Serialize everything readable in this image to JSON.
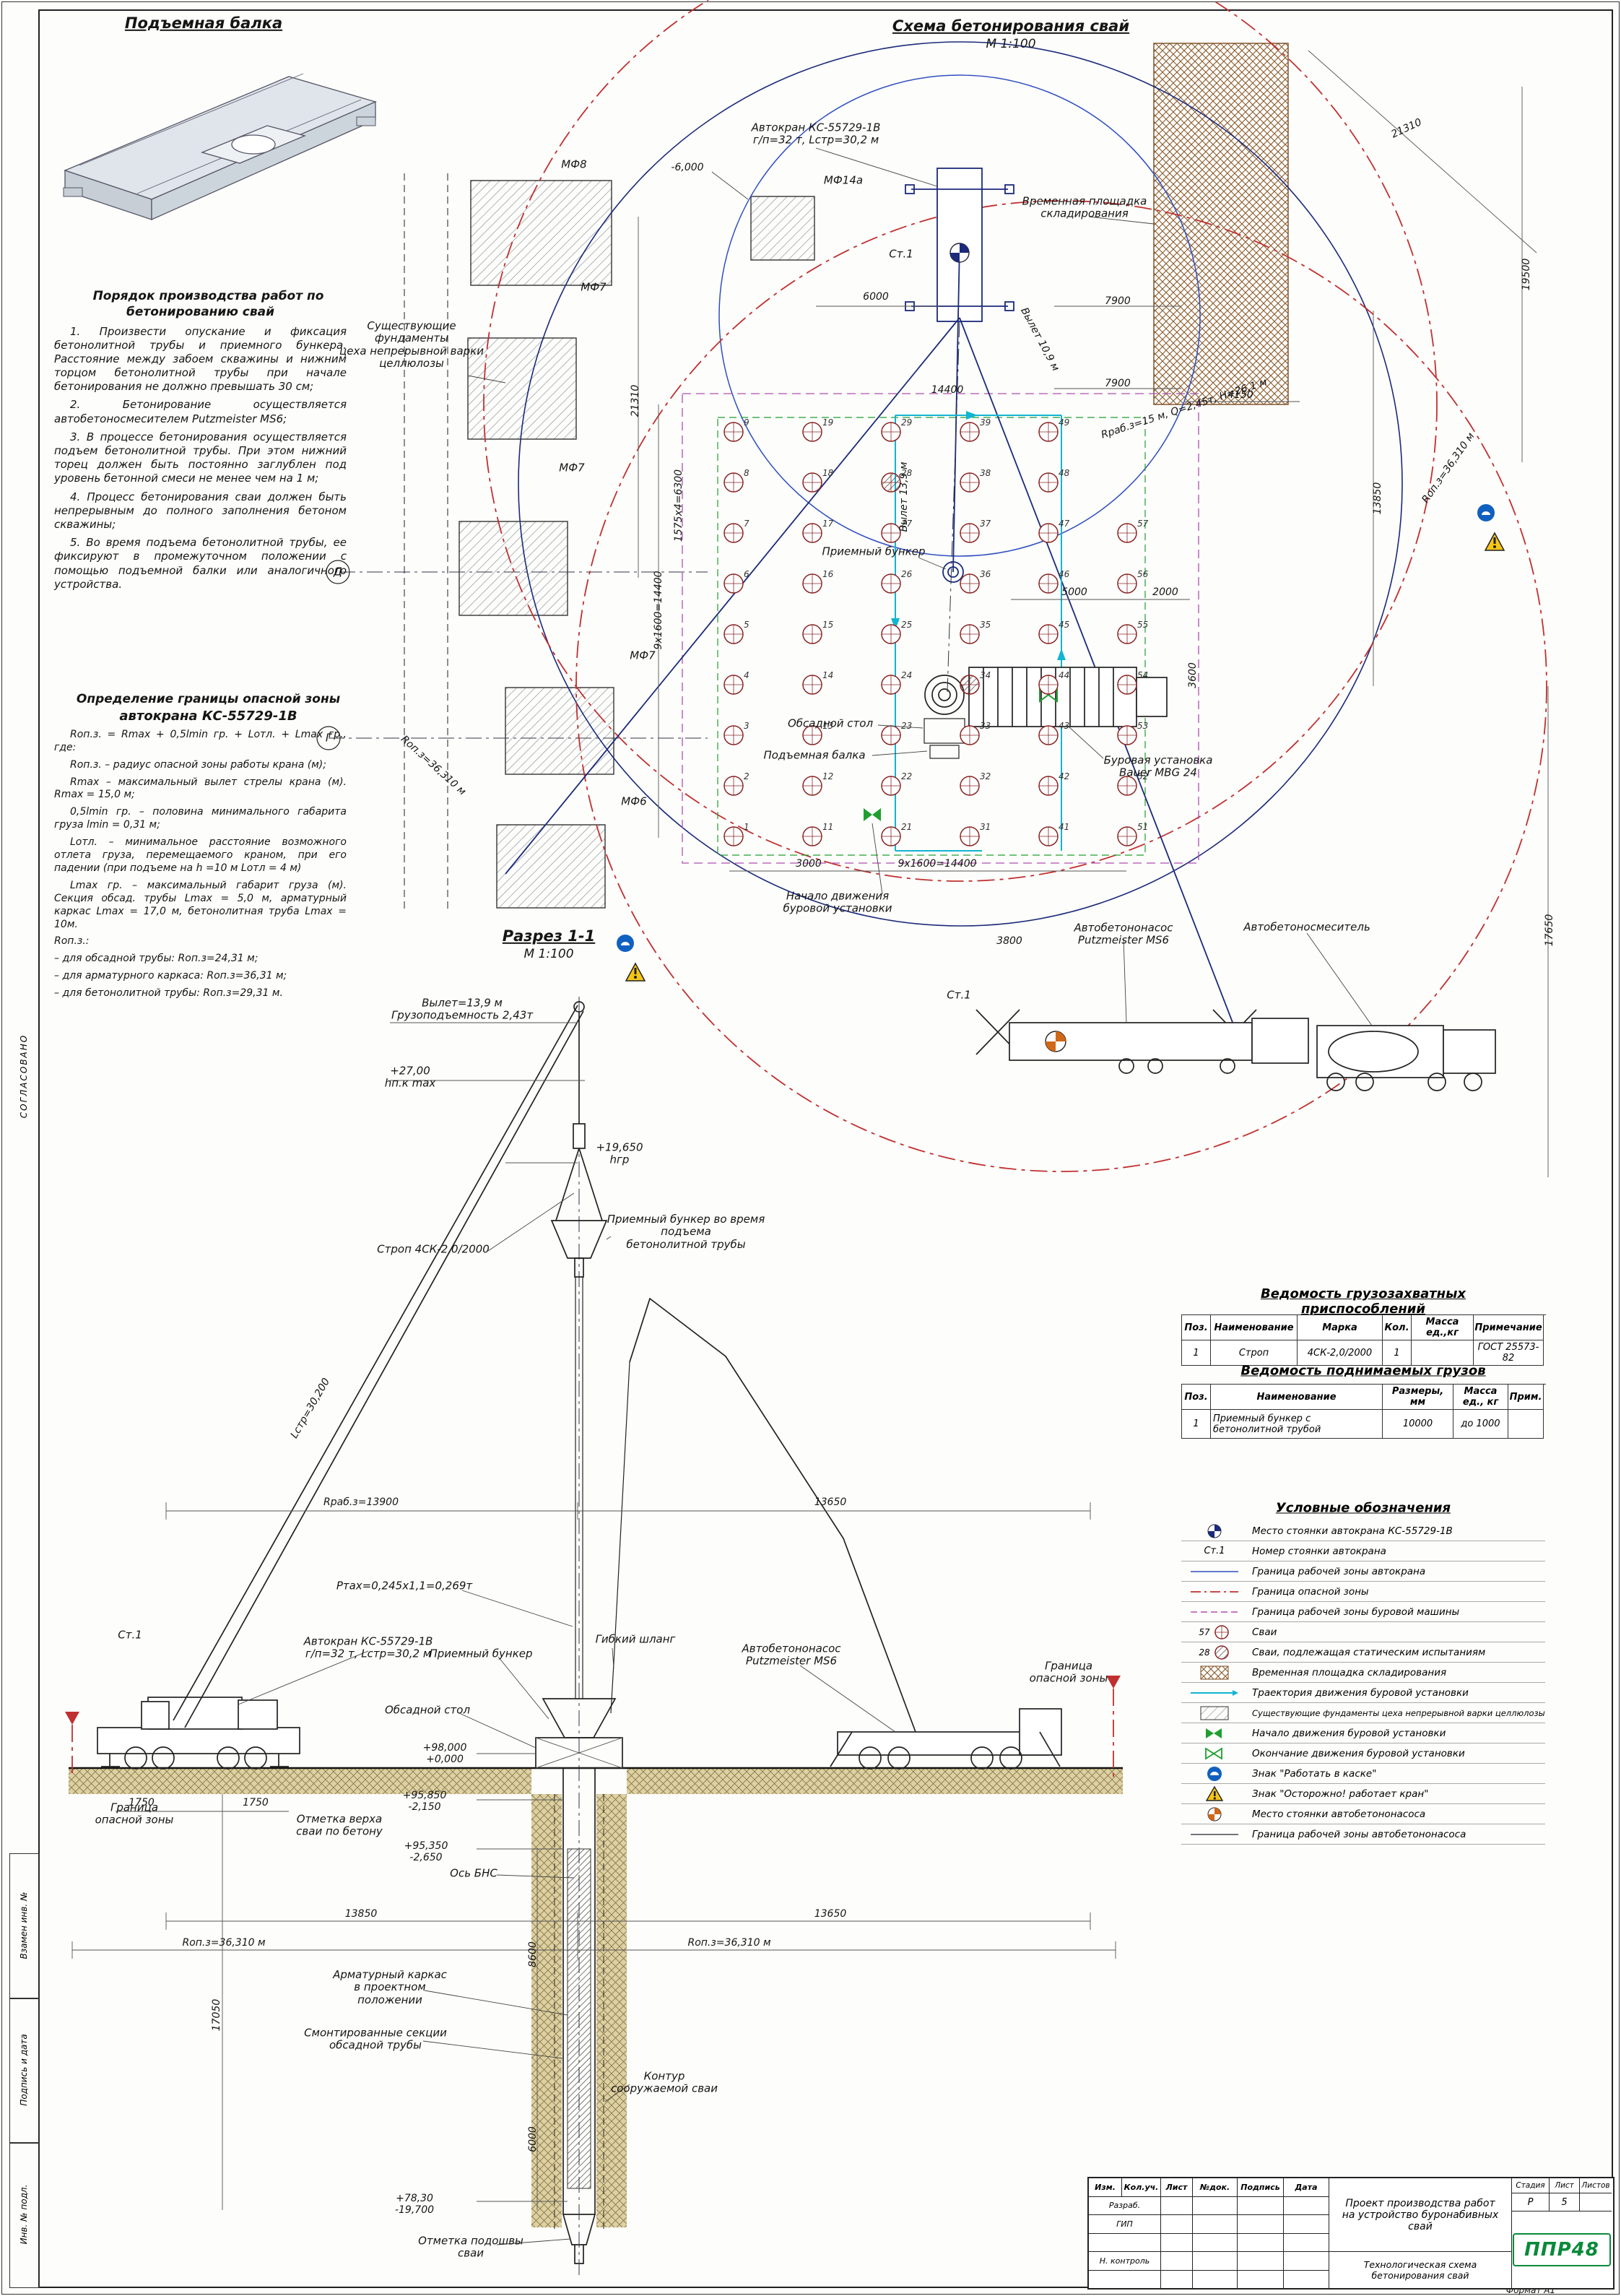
{
  "beam": {
    "title": "Подъемная балка"
  },
  "plan": {
    "title": "Схема бетонирования свай",
    "scale": "М 1:100",
    "labels": {
      "crane": "Автокран КС-55729-1В\nг/п=32 т, Lстр=30,2 м",
      "level": "-6,000",
      "mf8": "МФ8",
      "mf14a": "МФ14а",
      "mf7": "МФ7",
      "mf6": "МФ6",
      "existing": "Существующие\nфундаменты\nцеха непрерывной варки\nцеллюлозы",
      "storage": "Временная площадка\nскладирования",
      "st1": "Ст.1",
      "bunker": "Приемный бункер",
      "casing_table": "Обсадной стол",
      "lifting_beam": "Подъемная балка",
      "drill_rig": "Буровая установка\nBauer MBG 24",
      "drill_start": "Начало движения\nбуровой установки",
      "pump": "Автобетононасос\nPutzmeister MS6",
      "mixer": "Автобетоносмеситель",
      "axis_d": "Д",
      "axis_g": "Г"
    },
    "dims": [
      "21310",
      "19500",
      "7900",
      "7900",
      "6000",
      "4150",
      "13850",
      "5000",
      "2000",
      "3600",
      "9х1600=14400",
      "3000",
      "3800",
      "21310",
      "9х1600=14400",
      "1575х4=6300",
      "17650",
      "Rоп.з=36,310 м",
      "Rраб.з=15 м, Q=2,45т, H=26,1 м",
      "Вылет 10,9 м",
      "Вылет 13,9 м",
      "14400",
      "Rоп.з=36,310 м"
    ],
    "pile_grid": {
      "cols": 6,
      "rows": 9,
      "max_number": 57,
      "test_piles": [
        28,
        34
      ]
    }
  },
  "procedure": {
    "heading": "Порядок производства работ по бетонированию свай",
    "items": [
      "1. Произвести опускание и фиксация бетонолитной трубы и приемного бункера. Расстояние между забоем скважины и нижним торцом бетонолитной трубы при начале бетонирования не должно превышать 30 см;",
      "2. Бетонирование осуществляется автобетоносмесителем Putzmeister MS6;",
      "3. В процессе бетонирования осуществляется подъем бетонолитной трубы. При этом нижний торец должен быть постоянно заглублен под уровень бетонной смеси не менее чем на 1 м;",
      "4. Процесс бетонирования сваи должен быть непрерывным до полного заполнения бетоном скважины;",
      "5. Во время подъема бетонолитной трубы, ее фиксируют в промежуточном положении с помощью подъемной балки или аналогичного устройства."
    ]
  },
  "danger_zone": {
    "heading_1": "Определение границы опасной зоны",
    "heading_2": "автокрана КС-55729-1В",
    "lines": [
      "Rоп.з. = Rmax + 0,5lmin гр. + Lотл. + Lmax гр., где:",
      "Rоп.з. – радиус опасной зоны работы крана (м);",
      "Rmax – максимальный вылет стрелы крана (м). Rmax = 15,0 м;",
      "0,5lmin гр. – половина минимального габарита груза lmin = 0,31 м;",
      "Lотл. – минимальное расстояние возможного отлета груза, перемещаемого краном, при его падении (при подъеме на h =10 м Lотл = 4 м)",
      "Lmax гр. – максимальный габарит груза (м). Секция обсад. трубы Lmax = 5,0 м, арматурный каркас Lmax = 17,0 м, бетонолитная труба Lmax = 10м.",
      "Rоп.з.:",
      "– для обсадной трубы: Rоп.з=24,31 м;",
      "– для арматурного каркаса: Rоп.з=36,31 м;",
      "– для бетонолитной трубы: Rоп.з=29,31 м."
    ]
  },
  "section": {
    "title": "Разрез 1-1",
    "scale": "М 1:100",
    "labels": {
      "reach": "Вылет=13,9 м\nГрузоподъемность 2,43т",
      "hmax": "+27,00\nhп.к max",
      "hload": "+19,650\nhгр",
      "bunker_lifting": "Приемный бункер во время\nподъема\nбетонолитной трубы",
      "strop": "Строп 4СК-2,0/2000",
      "lstr": "Lстр=30,200",
      "crane": "Автокран КС-55729-1В\nг/п=32 т, Lстр=30,2 м",
      "st1": "Ст.1",
      "bunker": "Приемный бункер",
      "hose": "Гибкий шланг",
      "pump": "Автобетононасос\nPutzmeister MS6",
      "danger": "Граница\nопасной зоны",
      "casing_table": "Обсадной стол",
      "pmax": "Pтах=0,245х1,1=0,269т",
      "lvl0": "+98,000\n+0,000",
      "lvl_top": "+95,850\n-2,150",
      "note_top": "Отметка верха\nсваи по бетону",
      "lvl2": "+95,350\n-2,650",
      "axis": "Ось БНС",
      "rebar": "Арматурный каркас\nв проектном\nположении",
      "casing_sections": "Смонтированные секции\nобсадной трубы",
      "pile_contour": "Контур\nсооружаемой сваи",
      "lvl_bottom": "+78,30\n-19,700",
      "note_bottom": "Отметка подошвы\nсваи"
    },
    "dims": [
      "Rраб.з=13900",
      "13650",
      "13850",
      "13650",
      "Rоп.з=36,310 м",
      "Rоп.з=36,310 м",
      "1750",
      "1750",
      "17050",
      "8600",
      "6000"
    ]
  },
  "tables": {
    "rigging": {
      "title": "Ведомость грузозахватных приспособлений",
      "headers": [
        "Поз.",
        "Наименование",
        "Марка",
        "Кол.",
        "Масса ед.,кг",
        "Примечание"
      ],
      "row": [
        "1",
        "Строп",
        "4СК-2,0/2000",
        "1",
        "",
        "ГОСТ 25573-82"
      ]
    },
    "loads": {
      "title": "Ведомость поднимаемых грузов",
      "headers": [
        "Поз.",
        "Наименование",
        "Размеры, мм",
        "Масса ед., кг",
        "Прим."
      ],
      "row": [
        "1",
        "Приемный бункер с бетонолитной трубой",
        "10000",
        "до 1000",
        ""
      ]
    }
  },
  "legend": {
    "title": "Условные обозначения",
    "items": [
      {
        "label": "Место стоянки автокрана КС-55729-1В"
      },
      {
        "sym_text": "Ст.1",
        "label": "Номер стоянки автокрана"
      },
      {
        "label": "Граница рабочей зоны автокрана"
      },
      {
        "label": "Граница опасной зоны"
      },
      {
        "label": "Граница рабочей зоны буровой машины"
      },
      {
        "sym_text": "57",
        "label": "Сваи"
      },
      {
        "sym_text": "28",
        "label": "Сваи, подлежащая статическим испытаниям"
      },
      {
        "label": "Временная площадка складирования"
      },
      {
        "label": "Траектория движения буровой установки"
      },
      {
        "label": "Существующие фундаменты цеха непрерывной варки целлюлозы"
      },
      {
        "label": "Начало движения буровой установки"
      },
      {
        "label": "Окончание движения буровой установки"
      },
      {
        "label": "Знак \"Работать в каске\""
      },
      {
        "label": "Знак \"Осторожно! работает кран\""
      },
      {
        "label": "Место стоянки автобетононасоса"
      },
      {
        "label": "Граница рабочей зоны автобетононасоса"
      }
    ]
  },
  "title_block": {
    "header_cols": [
      "Изм.",
      "Кол.уч.",
      "Лист",
      "№док.",
      "Подпись",
      "Дата"
    ],
    "rows": [
      "Разраб.",
      "ГИП",
      "",
      "Н. контроль",
      ""
    ],
    "project_title": "Проект производства работ\nна устройство буронабивных свай",
    "sheet_title": "Технологическая схема бетонирования свай",
    "stage_label": "Стадия",
    "sheet_label": "Лист",
    "sheets_label": "Листов",
    "stage": "Р",
    "sheet": "5",
    "logo": "ППР48",
    "format_note": "Формат А1"
  },
  "margin": {
    "approved": "СОГЛАСОВАНО",
    "boxes": [
      "Взамен инв. №",
      "Подпись и дата",
      "Инв. № подл."
    ]
  }
}
